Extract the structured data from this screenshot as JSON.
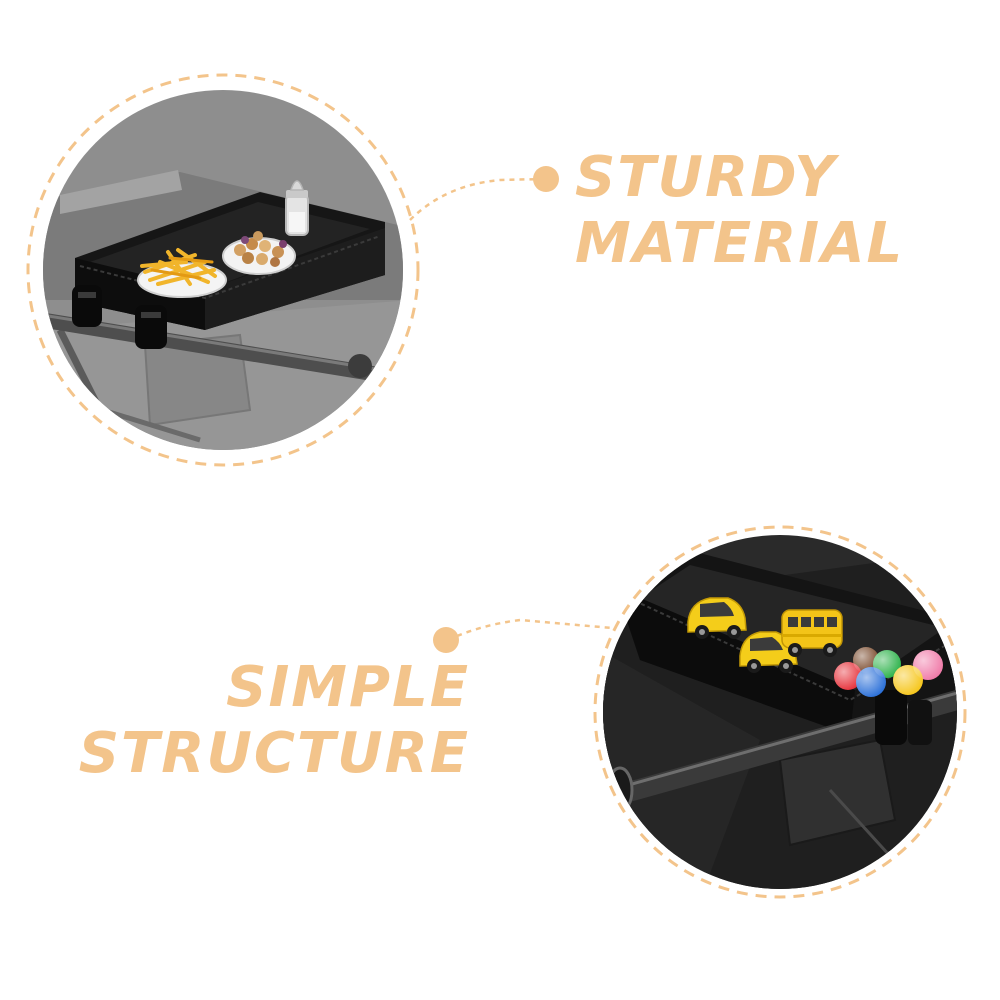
{
  "theme": {
    "accent_color": "#f3c48b",
    "background_color": "#ffffff"
  },
  "features": [
    {
      "headline_line1": "STURDY",
      "headline_line2": "MATERIAL",
      "photo_subject": "black organizer tray with fries, snack bowl and baby bottle clipped to wagon handle"
    },
    {
      "headline_line1": "SIMPLE",
      "headline_line2": "STRUCTURE",
      "photo_subject": "black organizer tray with toy cars and colorful balls clipped to wagon bar"
    }
  ]
}
